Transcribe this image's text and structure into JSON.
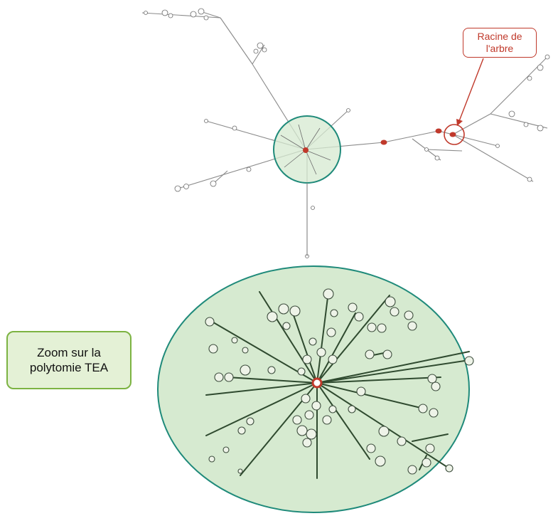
{
  "labels": {
    "root_line1": "Racine de",
    "root_line2": "l'arbre",
    "zoom_line1": "Zoom sur la",
    "zoom_line2": "polytomie TEA"
  },
  "colors": {
    "root_accent": "#c0392b",
    "circle_stroke": "#1f8a7a",
    "circle_fill": "#d6ead0",
    "branch": "#8a8a8a",
    "branch_dark": "#2f4a2f",
    "zoom_border": "#7cb342",
    "zoom_fill": "#e4f1d6"
  }
}
